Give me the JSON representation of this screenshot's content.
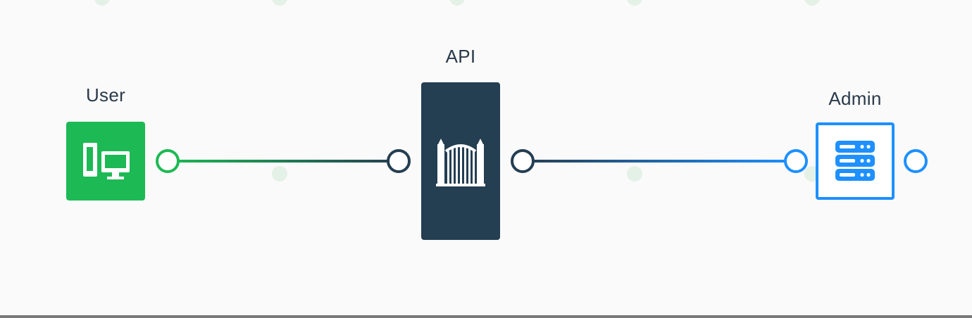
{
  "nodes": {
    "user": {
      "label": "User",
      "color": "#1db954",
      "icon": "desktop-mobile-icon"
    },
    "api": {
      "label": "API",
      "color": "#243e52",
      "icon": "gate-icon"
    },
    "admin": {
      "label": "Admin",
      "color": "#1e90ff",
      "icon": "server-icon"
    }
  },
  "edges": [
    {
      "from": "user",
      "to": "api",
      "color_from": "#1db954",
      "color_to": "#243e52"
    },
    {
      "from": "api",
      "to": "admin",
      "color_from": "#243e52",
      "color_to": "#1e90ff"
    }
  ],
  "colors": {
    "background": "#fafafa",
    "grid_dot": "#e4f1e6",
    "user": "#1db954",
    "api": "#243e52",
    "admin": "#1e90ff"
  }
}
